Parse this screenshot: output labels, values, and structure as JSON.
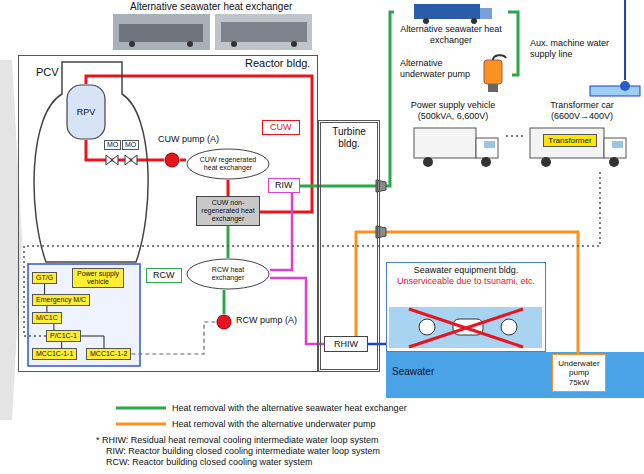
{
  "diagram": {
    "nodes": [
      {
        "text": [
          "Reactor bldg."
        ]
      },
      {
        "text": [
          "PCV"
        ],
        "in": 0
      },
      {
        "text": [
          "RPV"
        ],
        "in": 1
      },
      {
        "text": [
          "CUW pump (A)"
        ],
        "in": 0
      },
      {
        "text": [
          "CUW"
        ],
        "in": 0
      },
      {
        "text": [
          "CUW regenerated heat exchanger"
        ],
        "in": 0
      },
      {
        "text": [
          "CUW non-regenerated heat exchanger"
        ],
        "in": 0
      },
      {
        "text": [
          "RIW"
        ],
        "in": 0
      },
      {
        "text": [
          "RCW"
        ],
        "in": 0
      },
      {
        "text": [
          "RCW heat exchanger"
        ],
        "in": 0
      },
      {
        "text": [
          "GT/G"
        ],
        "in": 0
      },
      {
        "text": [
          "Power supply vehicle"
        ],
        "in": 0
      },
      {
        "text": [
          "Emergency M/C"
        ],
        "in": 0
      },
      {
        "text": [
          "M/C1C"
        ],
        "in": 0
      },
      {
        "text": [
          "P/C1C-1"
        ],
        "in": 0
      },
      {
        "text": [
          "MCC1C-1-1"
        ],
        "in": 0
      },
      {
        "text": [
          "MCC1C-1-2"
        ],
        "in": 0
      },
      {
        "text": [
          "RCW pump (A)"
        ],
        "in": 0
      },
      {
        "text": [
          "Turbine bldg."
        ]
      },
      {
        "text": [
          "RHIW"
        ],
        "in": 18
      },
      {
        "text": [
          "Alternative seawater heat exchanger"
        ]
      },
      {
        "text": [
          "Alternative underwater pump"
        ]
      },
      {
        "text": [
          "Power supply vehicle (500kVA, 6,600V)"
        ]
      },
      {
        "text": [
          "Transformer car (6600V→400V)",
          "Transformer"
        ]
      },
      {
        "text": [
          "Seawater equipment bldg.",
          "Unserviceable due to tsunami, etc."
        ]
      },
      {
        "text": [
          "Underwater pump",
          "75kW"
        ]
      }
    ],
    "edges": [
      {
        "from": 2,
        "to": 3,
        "arrow": "none"
      },
      {
        "from": 3,
        "to": 5,
        "arrow": "none"
      },
      {
        "from": 5,
        "to": 6,
        "arrow": "none"
      },
      {
        "from": 6,
        "to": 2,
        "arrow": "none"
      },
      {
        "from": 6,
        "to": 9,
        "arrow": "none"
      },
      {
        "from": 9,
        "to": 17,
        "arrow": "none"
      },
      {
        "from": 9,
        "to": 7,
        "arrow": "none"
      },
      {
        "from": 9,
        "to": 19,
        "arrow": "none"
      },
      {
        "from": 7,
        "to": 20,
        "arrow": "none"
      },
      {
        "from": 19,
        "to": 25,
        "arrow": "none"
      },
      {
        "from": 21,
        "to": 20,
        "arrow": "none"
      },
      {
        "from": 22,
        "to": 23,
        "arrow": "none"
      },
      {
        "from": 23,
        "to": 14,
        "arrow": "none"
      },
      {
        "from": 10,
        "to": 12,
        "arrow": "none"
      },
      {
        "from": 12,
        "to": 13,
        "arrow": "none"
      },
      {
        "from": 13,
        "to": 14,
        "arrow": "none"
      },
      {
        "from": 14,
        "to": 15,
        "arrow": "none"
      },
      {
        "from": 14,
        "to": 16,
        "arrow": "none"
      },
      {
        "from": 16,
        "to": 17,
        "arrow": "none"
      }
    ],
    "labels": [
      "Alternative seawater heat exchanger",
      "Aux. machine water supply line",
      "Seawater",
      "MO",
      "MO",
      "* RHIW: Residual heat removal cooling intermediate water loop system",
      "RIW: Reactor building closed cooling intermediate water loop system",
      "RCW: Reactor building closed cooling water system"
    ],
    "legend": [
      {
        "text": "Heat removal with the alternative seawater heat exchanger"
      },
      {
        "text": "Heat removal with the alternative underwater pump"
      }
    ]
  }
}
